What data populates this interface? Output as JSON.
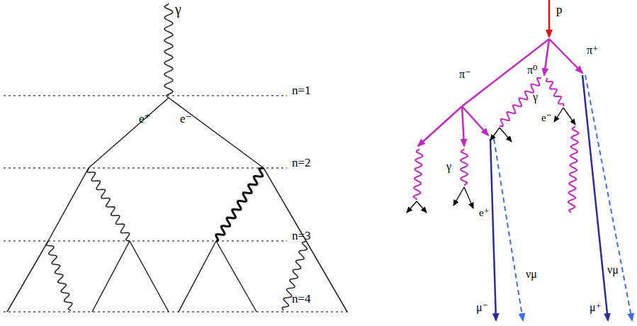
{
  "diagram": {
    "labels": [
      "γ",
      "n=1",
      "e⁺",
      "e⁻",
      "n=2",
      "n=3",
      "n=4",
      "p",
      "π⁻",
      "π⁰",
      "π⁺",
      "γ",
      "e⁻",
      "γ",
      "e⁺",
      "νμ",
      "νμ",
      "μ⁻",
      "μ⁺"
    ]
  }
}
